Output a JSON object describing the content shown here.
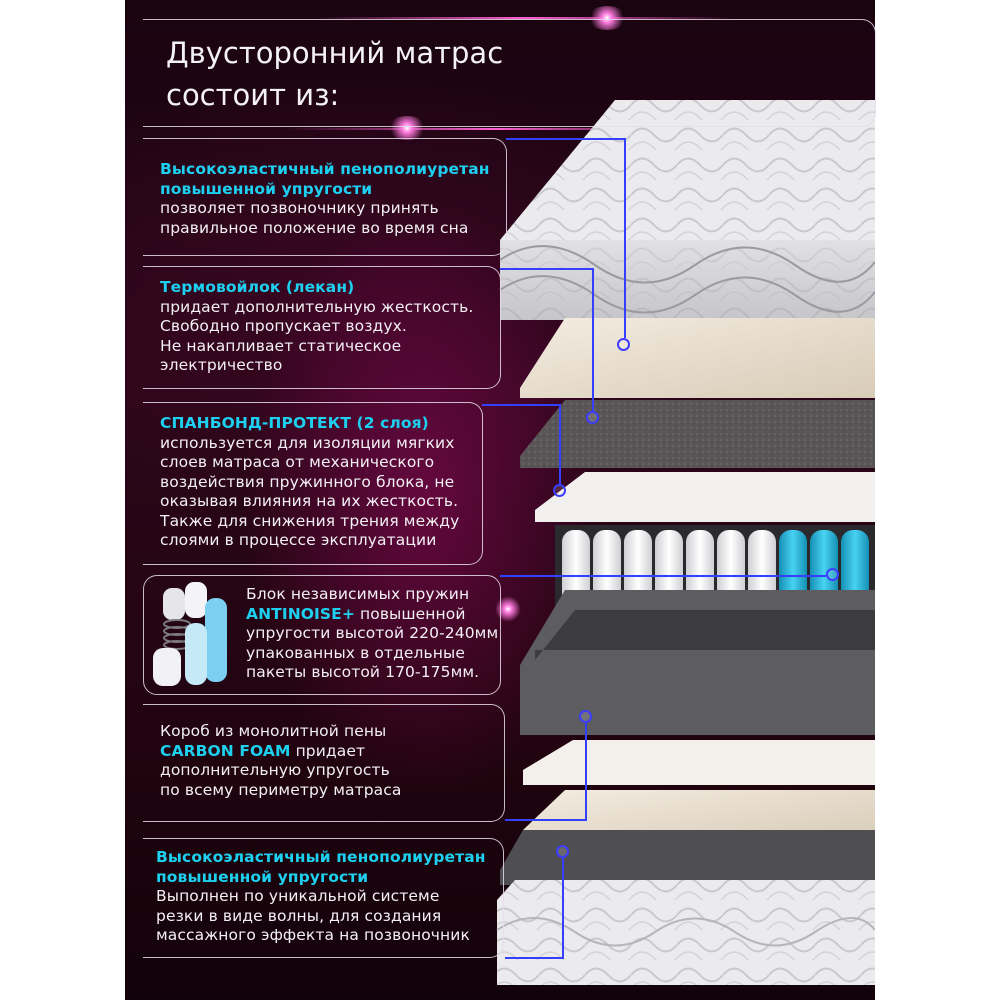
{
  "title": {
    "line1": "Двусторонний матрас",
    "line2": "состоит из:"
  },
  "layers": [
    {
      "heading": [
        "Высокоэластичный пенополиуретан",
        "повышенной упругости"
      ],
      "body": [
        "позволяет позвоночнику принять",
        "правильное положение во время сна"
      ]
    },
    {
      "heading": [
        "Термовойлок (лекан)"
      ],
      "body": [
        "придает дополнительную жесткость.",
        "Свободно пропускает воздух.",
        "Не накапливает статическое",
        "электричество"
      ]
    },
    {
      "heading": [
        "СПАНБОНД-ПРОТЕКТ (2 слоя)"
      ],
      "body": [
        "используется для изоляции мягких",
        "слоев матраса от механического",
        "воздействия пружинного блока, не",
        "оказывая влияния на их жесткость.",
        "Также для снижения трения между",
        "слоями в процессе эксплуатации"
      ]
    },
    {
      "line1": "Блок независимых пружин",
      "brand": "ANTINOISE+",
      "line2_rest": " повышенной",
      "body": [
        "упругости высотой 220-240мм",
        "упакованных в отдельные",
        "пакеты высотой 170-175мм."
      ]
    },
    {
      "line1": "Короб из монолитной пены",
      "brand": "CARBON FOAM",
      "line2_rest": " придает",
      "body": [
        "дополнительную упругость",
        "по всему периметру матраса"
      ]
    },
    {
      "heading": [
        "Высокоэластичный пенополиуретан",
        "повышенной упругости"
      ],
      "body": [
        "Выполнен по уникальной системе",
        "резки в виде волны, для создания",
        "массажного эффекта на позвоночник"
      ]
    }
  ],
  "colors": {
    "accent_cyan": "#1ed0f0",
    "connector_blue": "#3340ff",
    "background": "#24040f"
  }
}
